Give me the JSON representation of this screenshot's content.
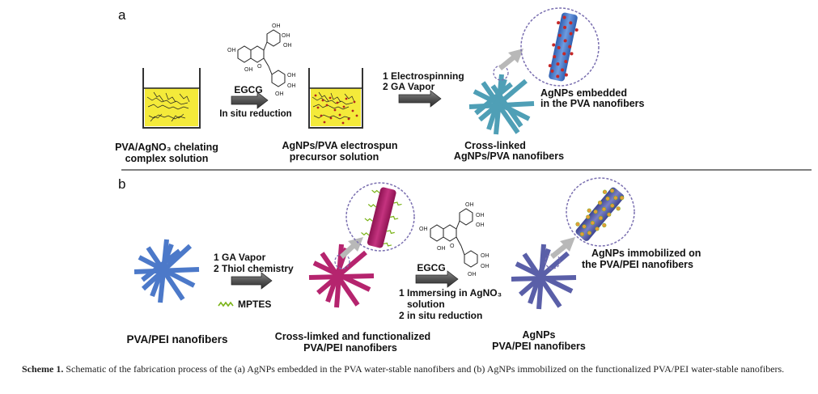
{
  "panels": {
    "a": "a",
    "b": "b"
  },
  "scheme_a": {
    "beaker1_label": [
      "PVA/AgNO₃ chelating",
      "complex solution"
    ],
    "arrow1_top": "EGCG",
    "arrow1_bottom": "In situ reduction",
    "beaker2_label": [
      "AgNPs/PVA electrospun",
      "precursor solution"
    ],
    "arrow2_lines": [
      "1 Electrospinning",
      "2 GA Vapor"
    ],
    "fiber_label": [
      "Cross-linked",
      "AgNPs/PVA nanofibers"
    ],
    "zoom_label": [
      "AgNPs embedded",
      "in the PVA nanofibers"
    ]
  },
  "scheme_b": {
    "start_label": "PVA/PEI nanofibers",
    "arrow1_lines": [
      "1 GA Vapor",
      "2 Thiol chemistry"
    ],
    "mptes_label": "MPTES",
    "mid_label": [
      "Cross-limked and functionalized",
      "PVA/PEI nanofibers"
    ],
    "arrow2_top": "EGCG",
    "arrow2_lines": [
      "1 Immersing in AgNO₃",
      "solution",
      "2 in situ reduction"
    ],
    "end_label": [
      "AgNPs",
      "PVA/PEI nanofibers"
    ],
    "zoom_label": [
      "AgNPs immobilized on",
      "the PVA/PEI nanofibers"
    ]
  },
  "chem_labels": {
    "oh": "OH",
    "o": "O"
  },
  "caption": {
    "prefix": "Scheme 1.",
    "text": "Schematic of the fabrication process of the (a) AgNPs embedded in the PVA water-stable nanofibers and (b) AgNPs immobilized on the functionalized PVA/PEI water-stable nanofibers."
  },
  "colors": {
    "solution_yellow": "#f4ea3a",
    "fiber_teal": "#4f9fb6",
    "fiber_blue": "#4c79c9",
    "fiber_magenta": "#b5246e",
    "fiber_indigo": "#5a5fa8",
    "zoom_circle": "#7a6fb0",
    "agnp_red": "#c62828",
    "mptes_green": "#7ab317",
    "arrow_dark": "#555555",
    "arrow_light": "#b8b8b8"
  }
}
